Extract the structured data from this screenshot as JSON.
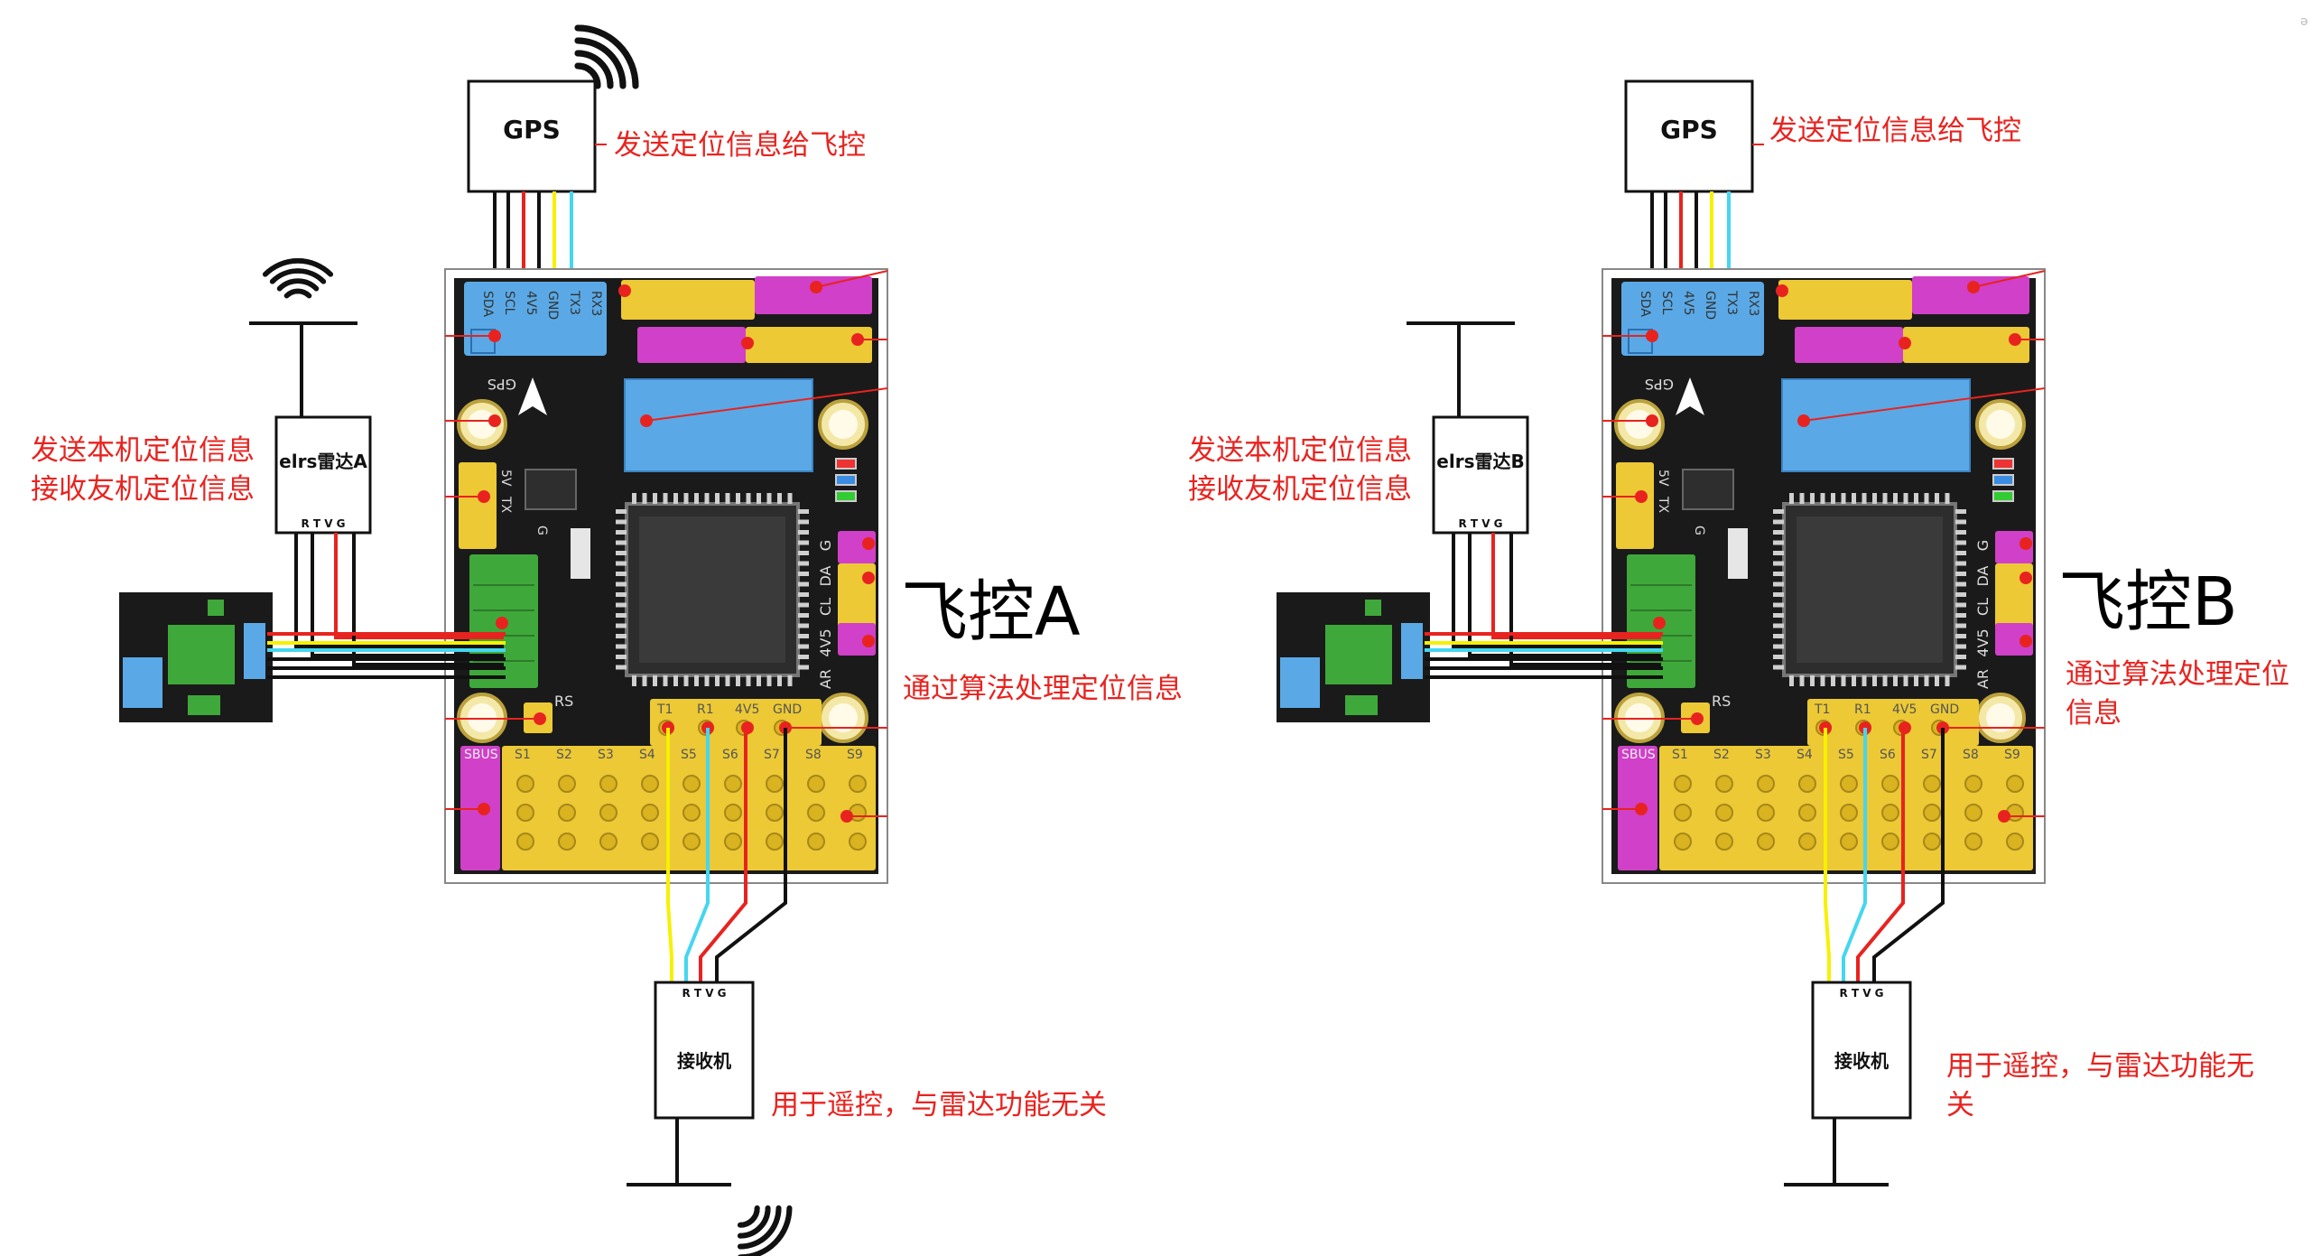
{
  "colors": {
    "board": "#1a1a1a",
    "pcb_yellow": "#ecc935",
    "pcb_blue": "#5aa9e6",
    "pcb_magenta": "#d040c8",
    "pcb_green": "#3fa83a",
    "wire_yellow": "#f7f000",
    "wire_cyan": "#45d6f0",
    "wire_red": "#e8231f",
    "wire_black": "#111111",
    "annotation_red": "#e8231f"
  },
  "systems": [
    {
      "id": "a",
      "fc_title": "飞控A",
      "gps_label": "GPS",
      "gps_note": "发送定位信息给飞控",
      "radar_label": "elrs雷达A",
      "radar_pins": "R T V G",
      "radar_note_lines": [
        "发送本机定位信息",
        "接收友机定位信息"
      ],
      "fc_note": "通过算法处理定位信息",
      "receiver_label": "接收机",
      "receiver_pins": "R T V G",
      "receiver_note": "用于遥控，与雷达功能无关",
      "fc_pins": {
        "gps_side": [
          "SDA",
          "SCL",
          "4V5",
          "GND",
          "TX3",
          "RX3"
        ],
        "servo": [
          "SBUS",
          "S1",
          "S2",
          "S3",
          "S4",
          "S5",
          "S6",
          "S7",
          "S8",
          "S9"
        ],
        "uart": [
          "T1",
          "R1",
          "4V5",
          "GND"
        ],
        "right": [
          "G",
          "DA",
          "CL",
          "4V5",
          "AR"
        ],
        "misc": [
          "GPS",
          "RS",
          "5V",
          "TX",
          "G"
        ]
      }
    },
    {
      "id": "b",
      "fc_title": "飞控B",
      "gps_label": "GPS",
      "gps_note": "发送定位信息给飞控",
      "radar_label": "elrs雷达B",
      "radar_pins": "R T V G",
      "radar_note_lines": [
        "发送本机定位信息",
        "接收友机定位信息"
      ],
      "fc_note": "通过算法处理定位信息",
      "receiver_label": "接收机",
      "receiver_pins": "R T V G",
      "receiver_note": "用于遥控，与雷达功能无关",
      "fc_pins": {
        "gps_side": [
          "SDA",
          "SCL",
          "4V5",
          "GND",
          "TX3",
          "RX3"
        ],
        "servo": [
          "SBUS",
          "S1",
          "S2",
          "S3",
          "S4",
          "S5",
          "S6",
          "S7",
          "S8",
          "S9"
        ],
        "uart": [
          "T1",
          "R1",
          "4V5",
          "GND"
        ],
        "right": [
          "G",
          "DA",
          "CL",
          "4V5",
          "AR"
        ],
        "misc": [
          "GPS",
          "RS",
          "5V",
          "TX",
          "G"
        ]
      }
    }
  ]
}
